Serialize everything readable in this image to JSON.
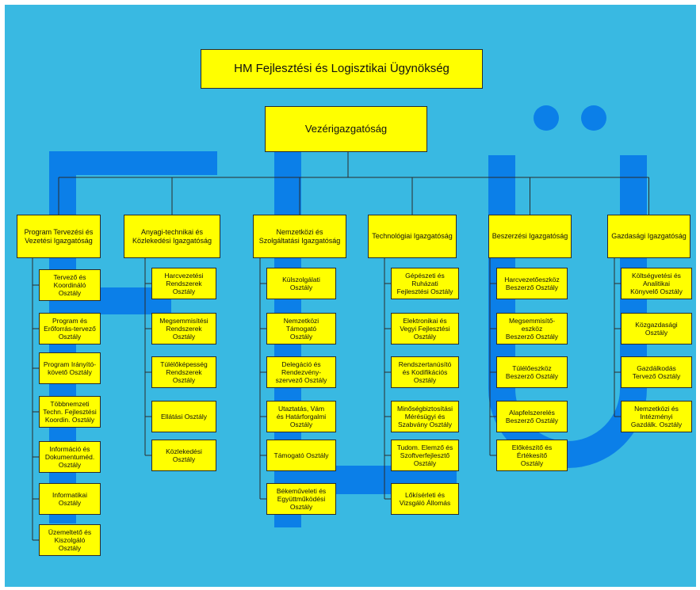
{
  "title": "HM Fejlesztési és Logisztikai Ügynökség",
  "ceo": "Vezérigazgatóság",
  "colors": {
    "background": "#39b9e2",
    "decoration": "#0b7fe8",
    "box": "#ffff00",
    "line": "#2b2b2b"
  },
  "directorates": [
    {
      "name": "Program Tervezési és\nVezetési Igazgatóság",
      "departments": [
        "Tervező és\nKoordináló\nOsztály",
        "Program és\nErőforrás-tervező\nOsztály",
        "Program Irányító-\nkövető Osztály",
        "Többnemzeti\nTechn. Fejlesztési\nKoordin. Osztály",
        "Információ és\nDokumentuméd.\nOsztály",
        "Informatikai\nOsztály",
        "Üzemeltető és\nKiszolgáló\nOsztály"
      ]
    },
    {
      "name": "Anyagi-technikai és\nKözlekedési Igazgatóság",
      "departments": [
        "Harcvezetési\nRendszerek\nOsztály",
        "Megsemmisítési\nRendszerek\nOsztály",
        "Túlélőképesség\nRendszerek\nOsztály",
        "Ellátási Osztály",
        "Közlekedési\nOsztály"
      ]
    },
    {
      "name": "Nemzetközi és\nSzolgáltatási Igazgatóság",
      "departments": [
        "Külszolgálati\nOsztály",
        "Nemzetközi\nTámogató\nOsztály",
        "Delegáció és\nRendezvény-\nszervező Osztály",
        "Utaztatás, Vám\nés Határforgalmi\nOsztály",
        "Támogató Osztály",
        "Békeműveleti és\nEgyüttműködési\nOsztály"
      ]
    },
    {
      "name": "Technológiai Igazgatóság",
      "departments": [
        "Gépészeti és\nRuházati\nFejlesztési Osztály",
        "Elektronikai és\nVegyi Fejlesztési\nOsztály",
        "Rendszertanúsító\nés Kodifikációs\nOsztály",
        "Minőségbiztosítási\nMérésügyi és\nSzabvány Osztály",
        "Tudom. Elemző és\nSzoftverfejlesztő\nOsztály",
        "Lőkísérleti és\nVizsgáló Állomás"
      ]
    },
    {
      "name": "Beszerzési Igazgatóság",
      "departments": [
        "Harcvezetőeszköz\nBeszerző Osztály",
        "Megsemmisítő-\neszköz\nBeszerző Osztály",
        "Túlélőeszköz\nBeszerző Osztály",
        "Alapfelszerelés\nBeszerző Osztály",
        "Előkészítő és\nÉrtékesítő\nOsztály"
      ]
    },
    {
      "name": "Gazdasági Igazgatóság",
      "departments": [
        "Költségvetési és\nAnalitikai\nKönyvelő Osztály",
        "Közgazdasági\nOsztály",
        "Gazdálkodás\nTervező Osztály",
        "Nemzetközi és\nIntézményi\nGazdálk. Osztály"
      ]
    }
  ]
}
